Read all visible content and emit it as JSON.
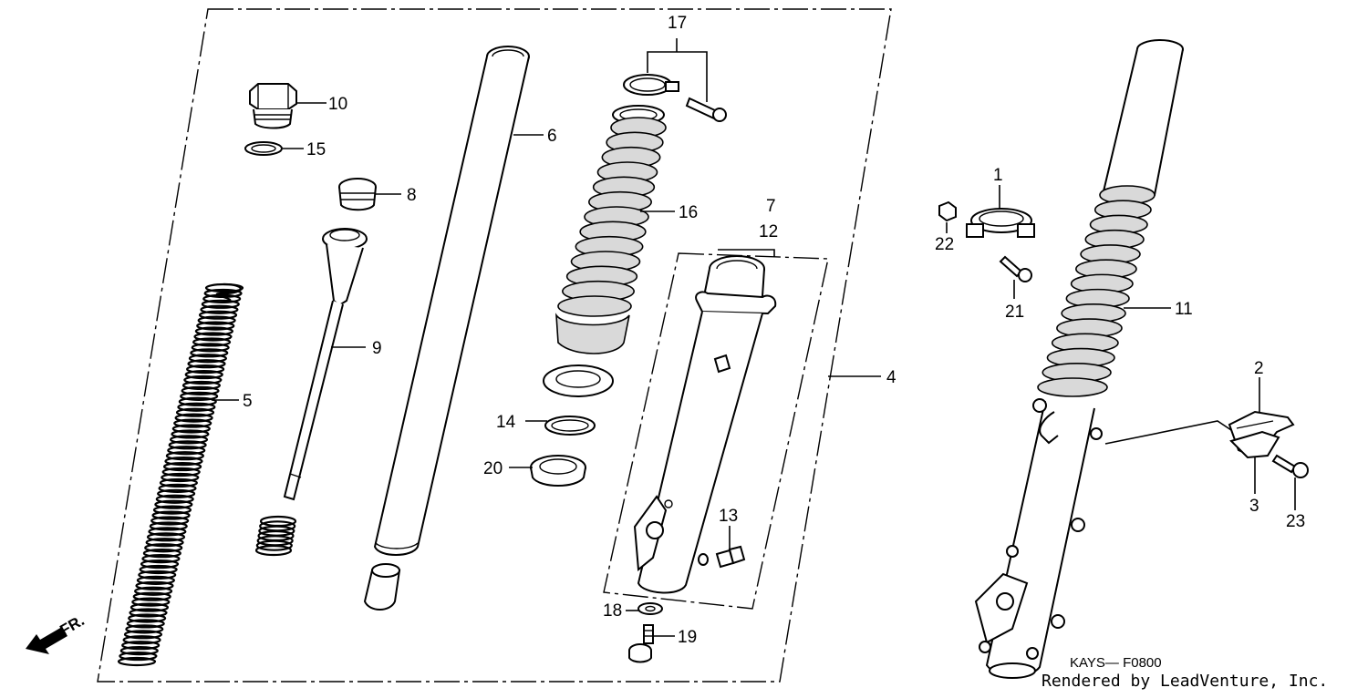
{
  "diagram": {
    "callouts": {
      "p1": "1",
      "p2": "2",
      "p3": "3",
      "p4": "4",
      "p5": "5",
      "p6": "6",
      "p7": "7",
      "p8": "8",
      "p9": "9",
      "p10": "10",
      "p11": "11",
      "p12": "12",
      "p13": "13",
      "p14": "14",
      "p15": "15",
      "p16": "16",
      "p17": "17",
      "p18": "18",
      "p19": "19",
      "p20": "20",
      "p21": "21",
      "p22": "22",
      "p23": "23"
    },
    "front_label": "FR.",
    "diagram_code": "KAYS— F0800",
    "credit": "Rendered by LeadVenture, Inc."
  }
}
